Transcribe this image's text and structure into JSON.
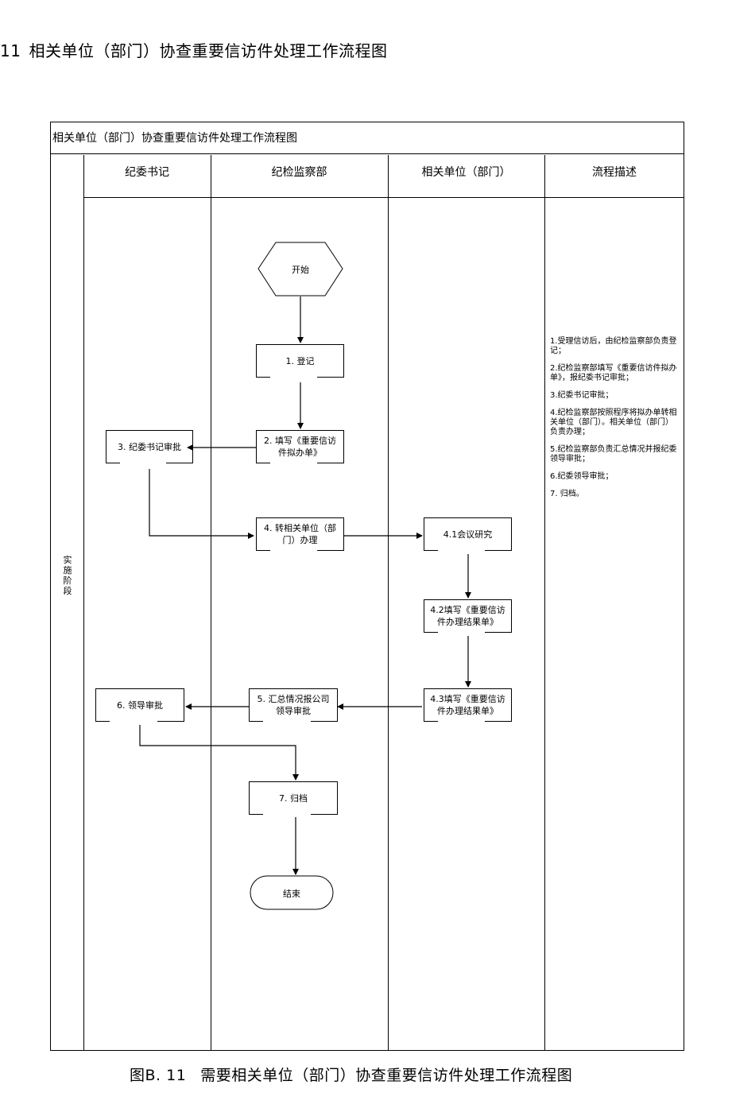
{
  "heading": {
    "number": "11",
    "text": "相关单位（部门）协查重要信访件处理工作流程图"
  },
  "frame_title": "相关单位（部门）协查重要信访件处理工作流程图",
  "columns": [
    "纪委书记",
    "纪检监察部",
    "相关单位（部门）",
    "流程描述"
  ],
  "phase_label": "实施阶段",
  "nodes": {
    "start": "开始",
    "n1": "1. 登记",
    "n2": "2. 填写《重要信访件拟办单》",
    "n3": "3. 纪委书记审批",
    "n4": "4. 转相关单位（部门）办理",
    "n41": "4.1会议研究",
    "n42": "4.2填写《重要信访件办理结果单》",
    "n43": "4.3填写《重要信访件办理结果单》",
    "n5": "5. 汇总情况报公司领导审批",
    "n6": "6. 领导审批",
    "n7": "7. 归档",
    "end": "结束"
  },
  "descriptions": [
    "1.受理信访后，由纪检监察部负责登记；",
    "2.纪检监察部填写《重要信访件拟办单》，报纪委书记审批；",
    "3.纪委书记审批；",
    "4.纪检监察部按照程序将拟办单转相关单位（部门）。相关单位（部门）负责办理；",
    "5.纪检监察部负责汇总情况并报纪委领导审批；",
    "6.纪委领导审批；",
    "7. 归档。"
  ],
  "caption": {
    "figure": "图B. 11",
    "text": "需要相关单位（部门）协查重要信访件处理工作流程图"
  }
}
